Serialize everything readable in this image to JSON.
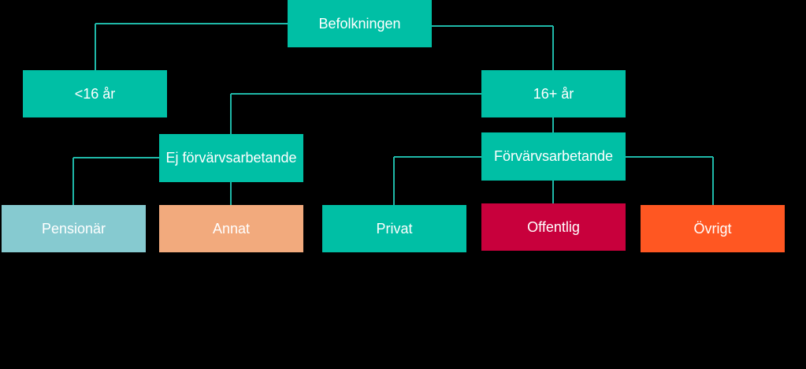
{
  "colors": {
    "background": "#000000",
    "teal": "#00bfa5",
    "light_blue": "#86cad0",
    "peach": "#f2aa7d",
    "crimson": "#c8003c",
    "orange": "#ff5722",
    "connector": "#1fb8a8",
    "text": "#ffffff"
  },
  "nodes": {
    "befolkningen": "Befolkningen",
    "under16": "<16 år",
    "over16": "16+ år",
    "ej_forvarvsarbetande": "Ej förvärvsarbetande",
    "forvarvsarbetande": "Förvärvsarbetande",
    "pensionar": "Pensionär",
    "annat": "Annat",
    "privat": "Privat",
    "offentlig": "Offentlig",
    "ovrigt": "Övrigt"
  }
}
